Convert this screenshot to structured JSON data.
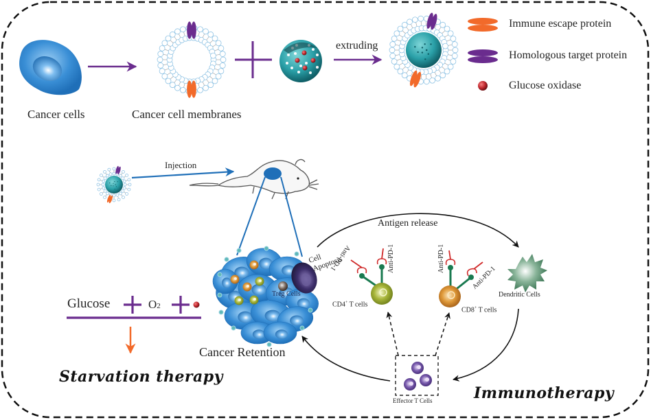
{
  "colors": {
    "border": "#111111",
    "arrow_purple": "#6a2c8e",
    "plus_purple": "#6a2c8e",
    "arrow_blue": "#1f6fb8",
    "arrow_orange": "#f26a2a",
    "immune_escape_protein": "#f26a2a",
    "homologous_target_protein": "#6a2c8e",
    "glucose_oxidase": "#b3262c",
    "cancer_cell": "#2f86d0",
    "nanoparticle": "#2aa0a8",
    "membrane": "#8fc3e4",
    "cd4_t_cell": "#8a9a2a",
    "cd8_t_cell": "#d88a2a",
    "dendritic_cell": "#3f7a58",
    "effector_t_cell": "#5a3a8c",
    "apoptotic_cell": "#33285a",
    "anti_pd1": "#d02a2a",
    "receptor_stem": "#1a7a50"
  },
  "top_row": {
    "cancer_cells_label": "Cancer cells",
    "membranes_label": "Cancer cell membranes",
    "extruding_label": "extruding"
  },
  "legend": {
    "items": [
      {
        "icon": "immune-escape-protein-icon",
        "label": "Immune escape protein"
      },
      {
        "icon": "homologous-target-protein-icon",
        "label": "Homologous target protein"
      },
      {
        "icon": "glucose-oxidase-icon",
        "label": "Glucose oxidase"
      }
    ]
  },
  "middle": {
    "injection_label": "Injection",
    "antigen_release_label": "Antigen release",
    "cell_apoptosis_label_1": "Cell",
    "cell_apoptosis_label_2": "Apoptosis",
    "treg_cells_label": "Treg Cells",
    "cancer_retention_label": "Cancer Retention",
    "cd4_label_main": "CD4",
    "cd4_label_sup": "+",
    "cd4_label_tail": " T cells",
    "cd8_label_main": "CD8",
    "cd8_label_sup": "+",
    "cd8_label_tail": " T cells",
    "anti_pd1_label": "Anti-PD-1",
    "dendritic_cells_label": "Dendritic Cells",
    "effector_t_cells_label": "Effector T Cells"
  },
  "reaction": {
    "glucose": "Glucose",
    "plus": "+",
    "o2_main": "O",
    "o2_sub": "2"
  },
  "therapies": {
    "starvation": "Starvation therapy",
    "immunotherapy": "Immunotherapy"
  }
}
